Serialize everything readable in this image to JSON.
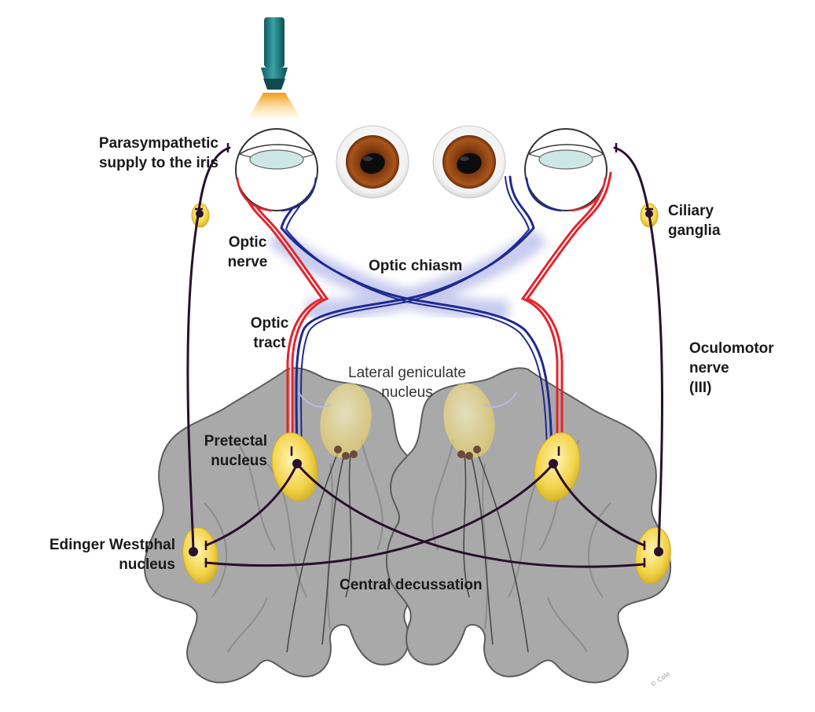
{
  "labels": {
    "parasympathetic": [
      "Parasympathetic",
      "supply to the iris"
    ],
    "optic_nerve": [
      "Optic",
      "nerve"
    ],
    "optic_chiasm": "Optic chiasm",
    "optic_tract": [
      "Optic",
      "tract"
    ],
    "lateral_geniculate": [
      "Lateral geniculate",
      "nucleus"
    ],
    "pretectal": [
      "Pretectal",
      "nucleus"
    ],
    "edinger_westphal": [
      "Edinger Westphal",
      "nucleus"
    ],
    "central_decussation": "Central decussation",
    "ciliary_ganglia": [
      "Ciliary",
      "ganglia"
    ],
    "oculomotor": [
      "Oculomotor",
      "nerve",
      "(III)"
    ],
    "credit": "© Cole"
  },
  "colors": {
    "neuron": "#2a0f2e",
    "nucleus": "#f2d34a",
    "brain": "#a6a6a6",
    "nerve_red": "#e5232b",
    "nerve_blue": "#1f2a8f",
    "iris": "#8a3f12",
    "light_beam": "#f7a21a"
  },
  "icons": [
    "light-source-icon",
    "eye-icon",
    "pupil-icon"
  ]
}
